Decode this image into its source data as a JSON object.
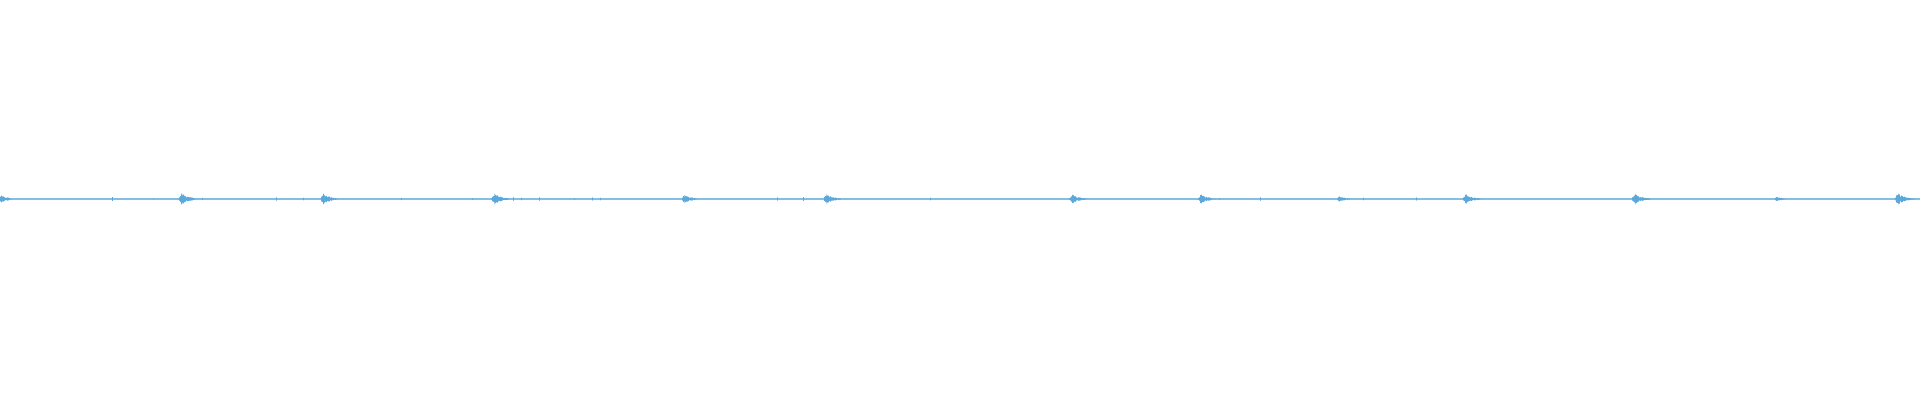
{
  "waveform": {
    "color": "#5aa8dc",
    "background": "#ffffff",
    "baseline_amplitude": 0.02,
    "peaks": [
      {
        "time": 0.0,
        "amplitude": 0.4
      },
      {
        "time": 0.094,
        "amplitude": 0.62
      },
      {
        "time": 0.168,
        "amplitude": 0.55
      },
      {
        "time": 0.257,
        "amplitude": 0.58
      },
      {
        "time": 0.356,
        "amplitude": 0.45
      },
      {
        "time": 0.43,
        "amplitude": 0.52
      },
      {
        "time": 0.558,
        "amplitude": 0.48
      },
      {
        "time": 0.625,
        "amplitude": 0.5
      },
      {
        "time": 0.697,
        "amplitude": 0.28
      },
      {
        "time": 0.763,
        "amplitude": 0.52
      },
      {
        "time": 0.851,
        "amplitude": 0.55
      },
      {
        "time": 0.925,
        "amplitude": 0.22
      },
      {
        "time": 0.988,
        "amplitude": 0.6
      }
    ]
  }
}
